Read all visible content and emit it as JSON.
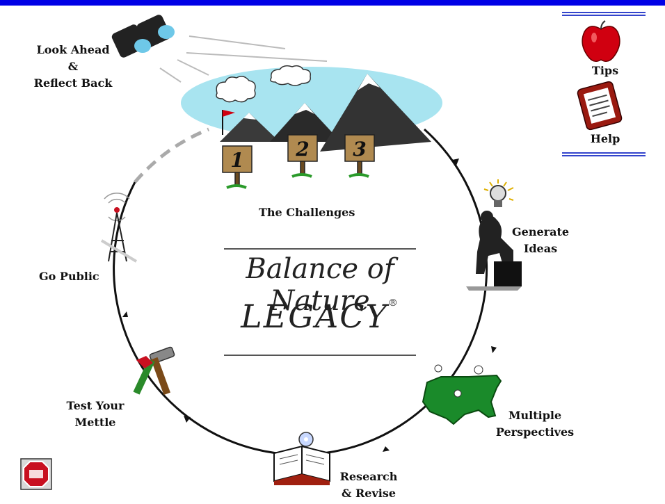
{
  "title": {
    "line1": "Balance of Nature",
    "line2": "LEGACY",
    "mark": "®"
  },
  "labels": {
    "look_ahead": [
      "Look Ahead",
      "&",
      "Reflect Back"
    ],
    "challenges": "The Challenges",
    "generate": [
      "Generate",
      "Ideas"
    ],
    "multiple": [
      "Multiple",
      "Perspectives"
    ],
    "research": [
      "Research",
      "& Revise"
    ],
    "test": [
      "Test Your",
      "Mettle"
    ],
    "go_public": "Go Public",
    "tips": "Tips",
    "help": "Help"
  },
  "signs": [
    "1",
    "2",
    "3"
  ],
  "colors": {
    "frame": "#0000e6",
    "sky": "#a8e4f0",
    "apple": "#d00010",
    "map": "#1a8a2a",
    "stop": "#c81020"
  },
  "icons": [
    "binoculars-icon",
    "mountains-icon",
    "lightbulb-icon",
    "thinker-statue-icon",
    "usa-map-icon",
    "book-cd-icon",
    "hammer-wrench-icon",
    "radio-tower-icon",
    "apple-icon",
    "clipboard-icon",
    "stop-icon"
  ]
}
